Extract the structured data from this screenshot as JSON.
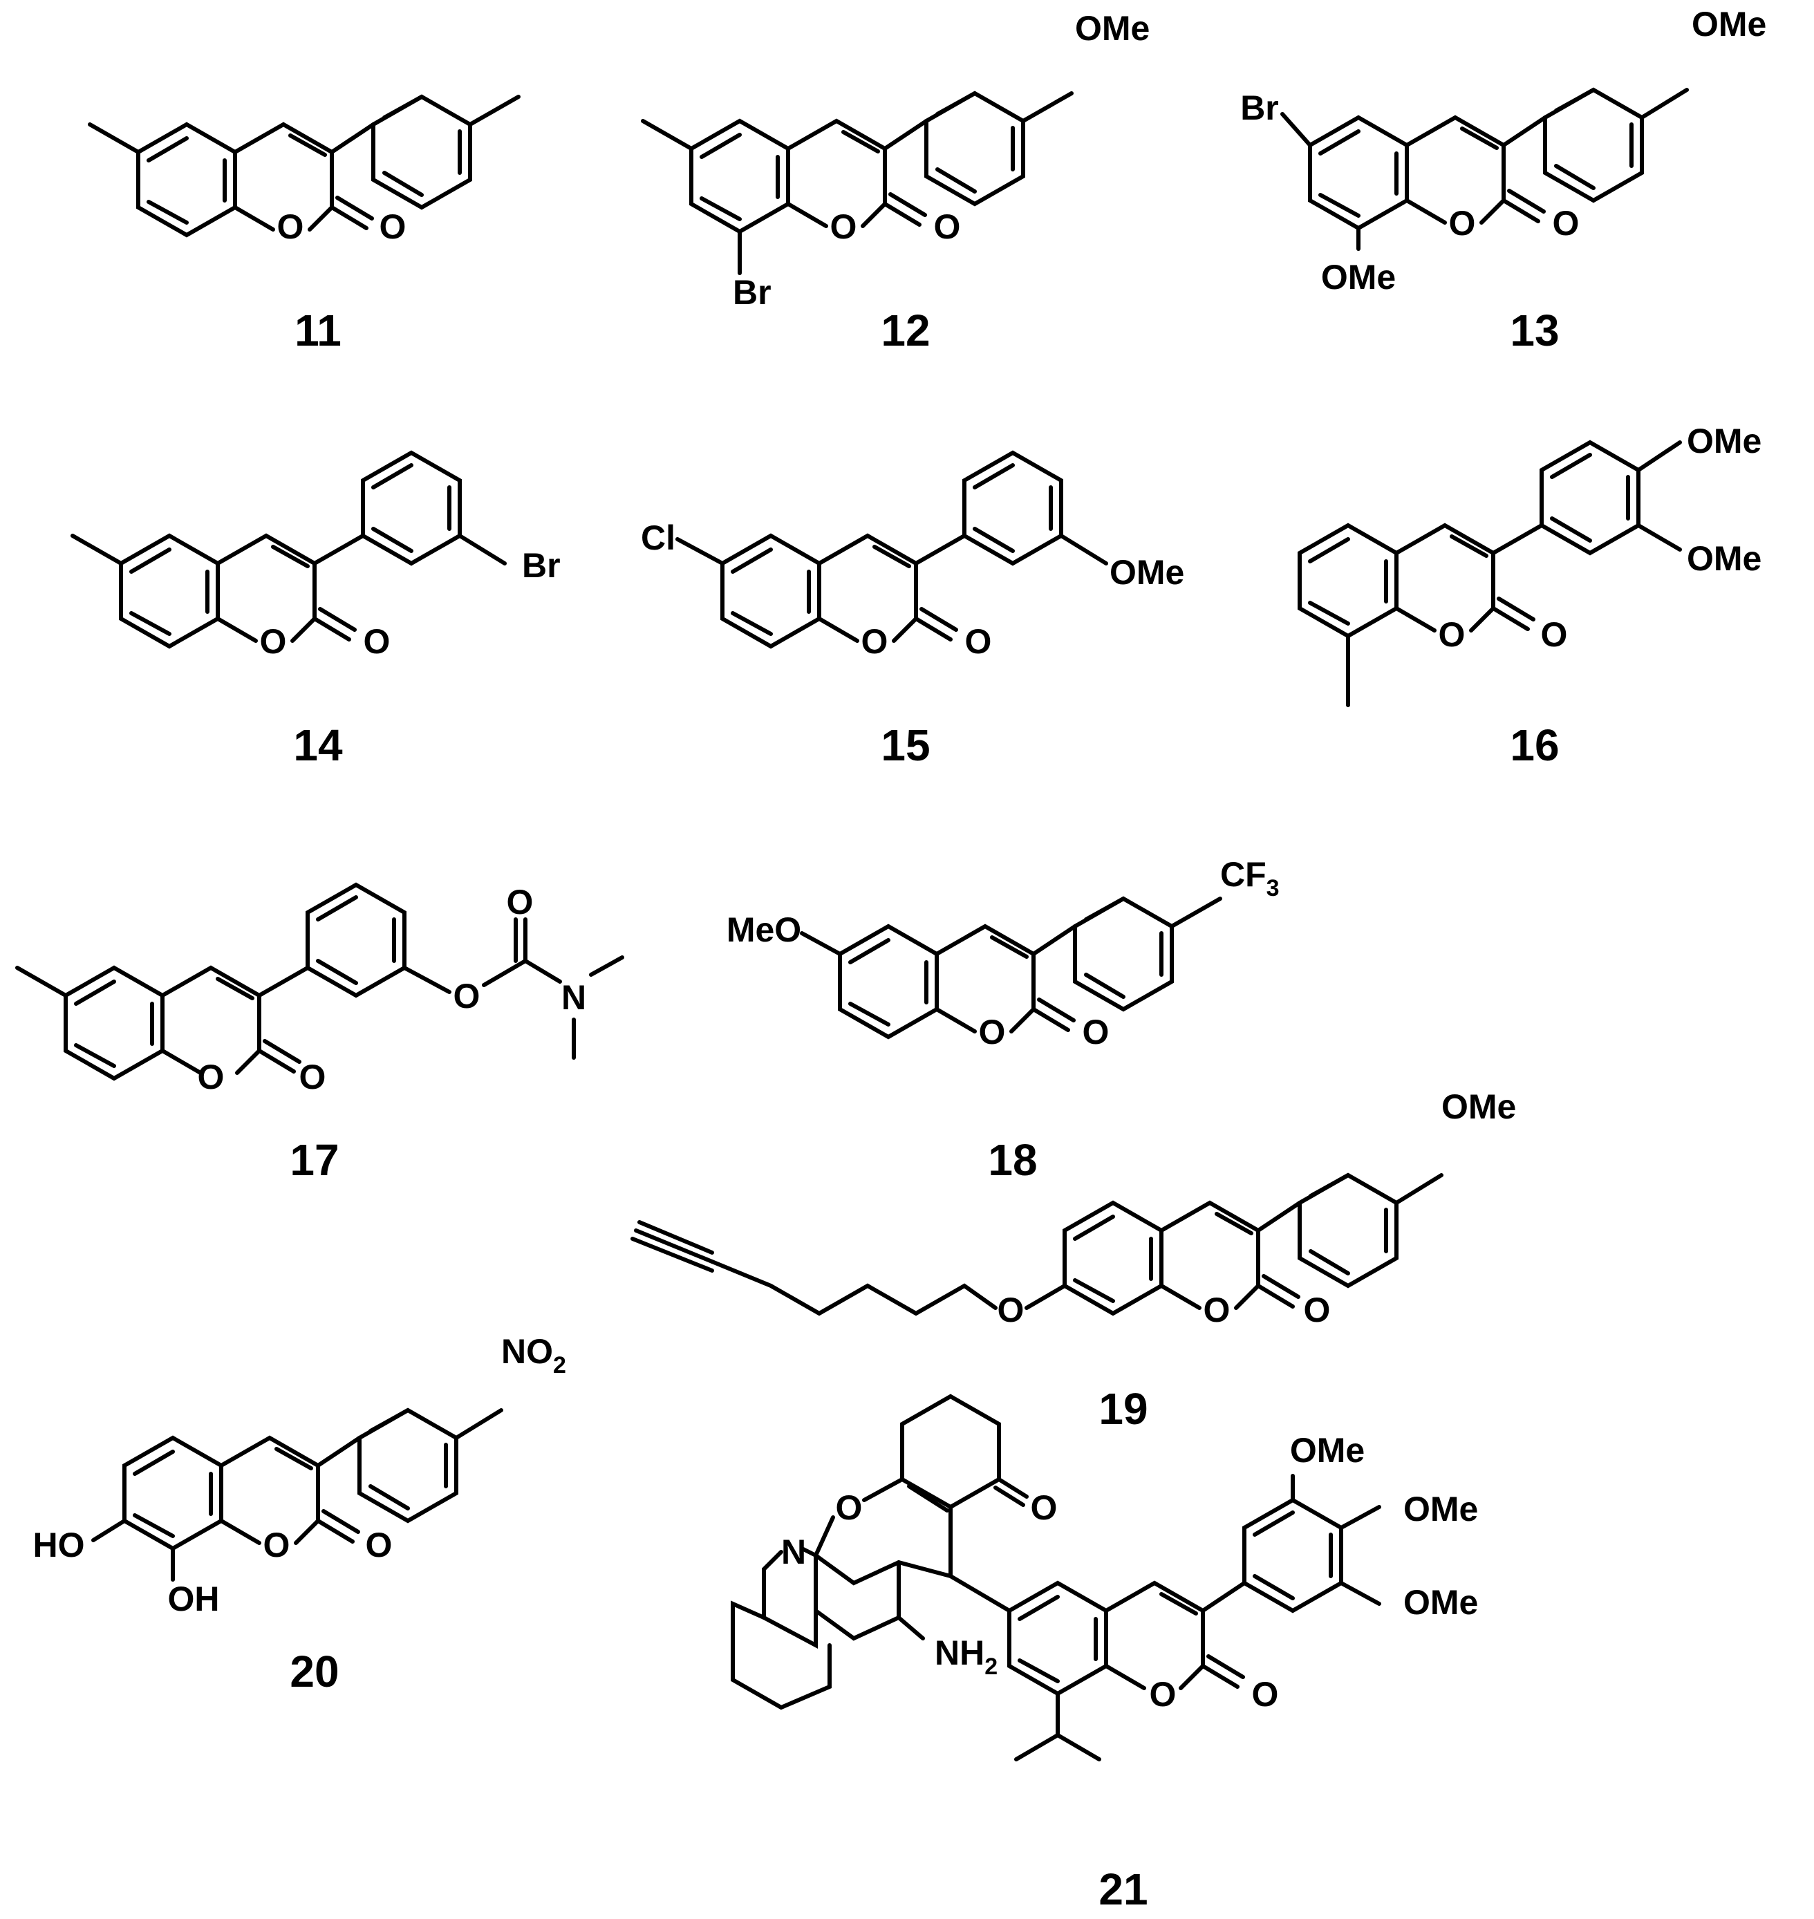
{
  "figure": {
    "description_visible": "3-aryl coumarin structures",
    "compounds": [
      {
        "id": "11",
        "atoms": [
          "O",
          "O"
        ]
      },
      {
        "id": "12",
        "atoms": [
          "OMe",
          "O",
          "O",
          "Br"
        ]
      },
      {
        "id": "13",
        "atoms": [
          "OMe",
          "Br",
          "O",
          "O",
          "OMe"
        ]
      },
      {
        "id": "14",
        "atoms": [
          "Br",
          "O",
          "O"
        ]
      },
      {
        "id": "15",
        "atoms": [
          "Cl",
          "OMe",
          "O",
          "O"
        ]
      },
      {
        "id": "16",
        "atoms": [
          "OMe",
          "OMe",
          "O",
          "O"
        ]
      },
      {
        "id": "17",
        "atoms": [
          "O",
          "O",
          "N",
          "O",
          "O"
        ]
      },
      {
        "id": "18",
        "atoms": [
          "CF",
          "3",
          "MeO",
          "O",
          "O"
        ]
      },
      {
        "id": "19",
        "atoms": [
          "OMe",
          "O",
          "O",
          "O"
        ]
      },
      {
        "id": "20",
        "atoms": [
          "NO",
          "2",
          "HO",
          "OH",
          "O",
          "O"
        ]
      },
      {
        "id": "21",
        "atoms": [
          "OMe",
          "OMe",
          "OMe",
          "O",
          "O",
          "N",
          "NH",
          "2",
          "O",
          "O"
        ]
      }
    ]
  }
}
